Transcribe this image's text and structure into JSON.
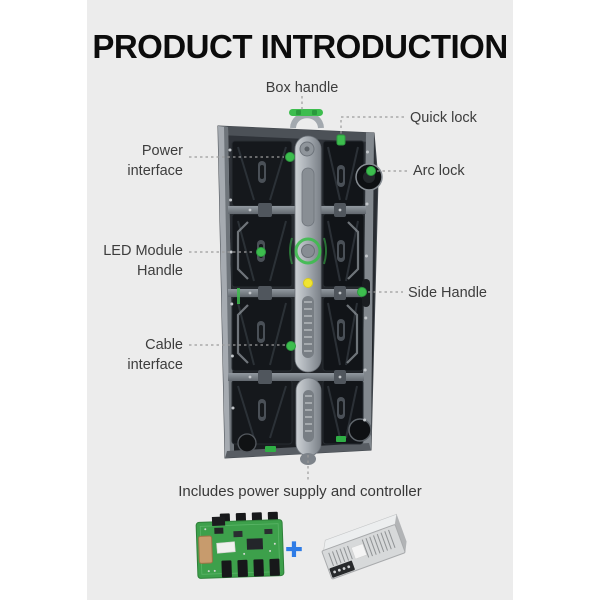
{
  "title": "PRODUCT INTRODUCTION",
  "labels": {
    "box_handle": "Box handle",
    "quick_lock": "Quick lock",
    "power_interface": [
      "Power",
      "interface"
    ],
    "arc_lock": "Arc lock",
    "led_module_handle": [
      "LED Module",
      "Handle"
    ],
    "side_handle": "Side Handle",
    "cable_interface": [
      "Cable",
      "interface"
    ]
  },
  "caption": {
    "includes": "Includes power supply and controller",
    "plus": "+"
  },
  "colors": {
    "background": "#ffffff",
    "content_background": "#ececec",
    "highlight_green": "#3dbd4e",
    "marker_yellow": "#f0e432",
    "plus_blue": "#2f7ce6",
    "title_text": "#0c0c0c",
    "label_text": "#3d3d3d",
    "leader_line": "#9c9c9c"
  },
  "illustration": {
    "main_image": "led-display-cabinet-rear-view",
    "bottom_left_image": "receiving-controller-card",
    "bottom_right_image": "power-supply-unit"
  }
}
